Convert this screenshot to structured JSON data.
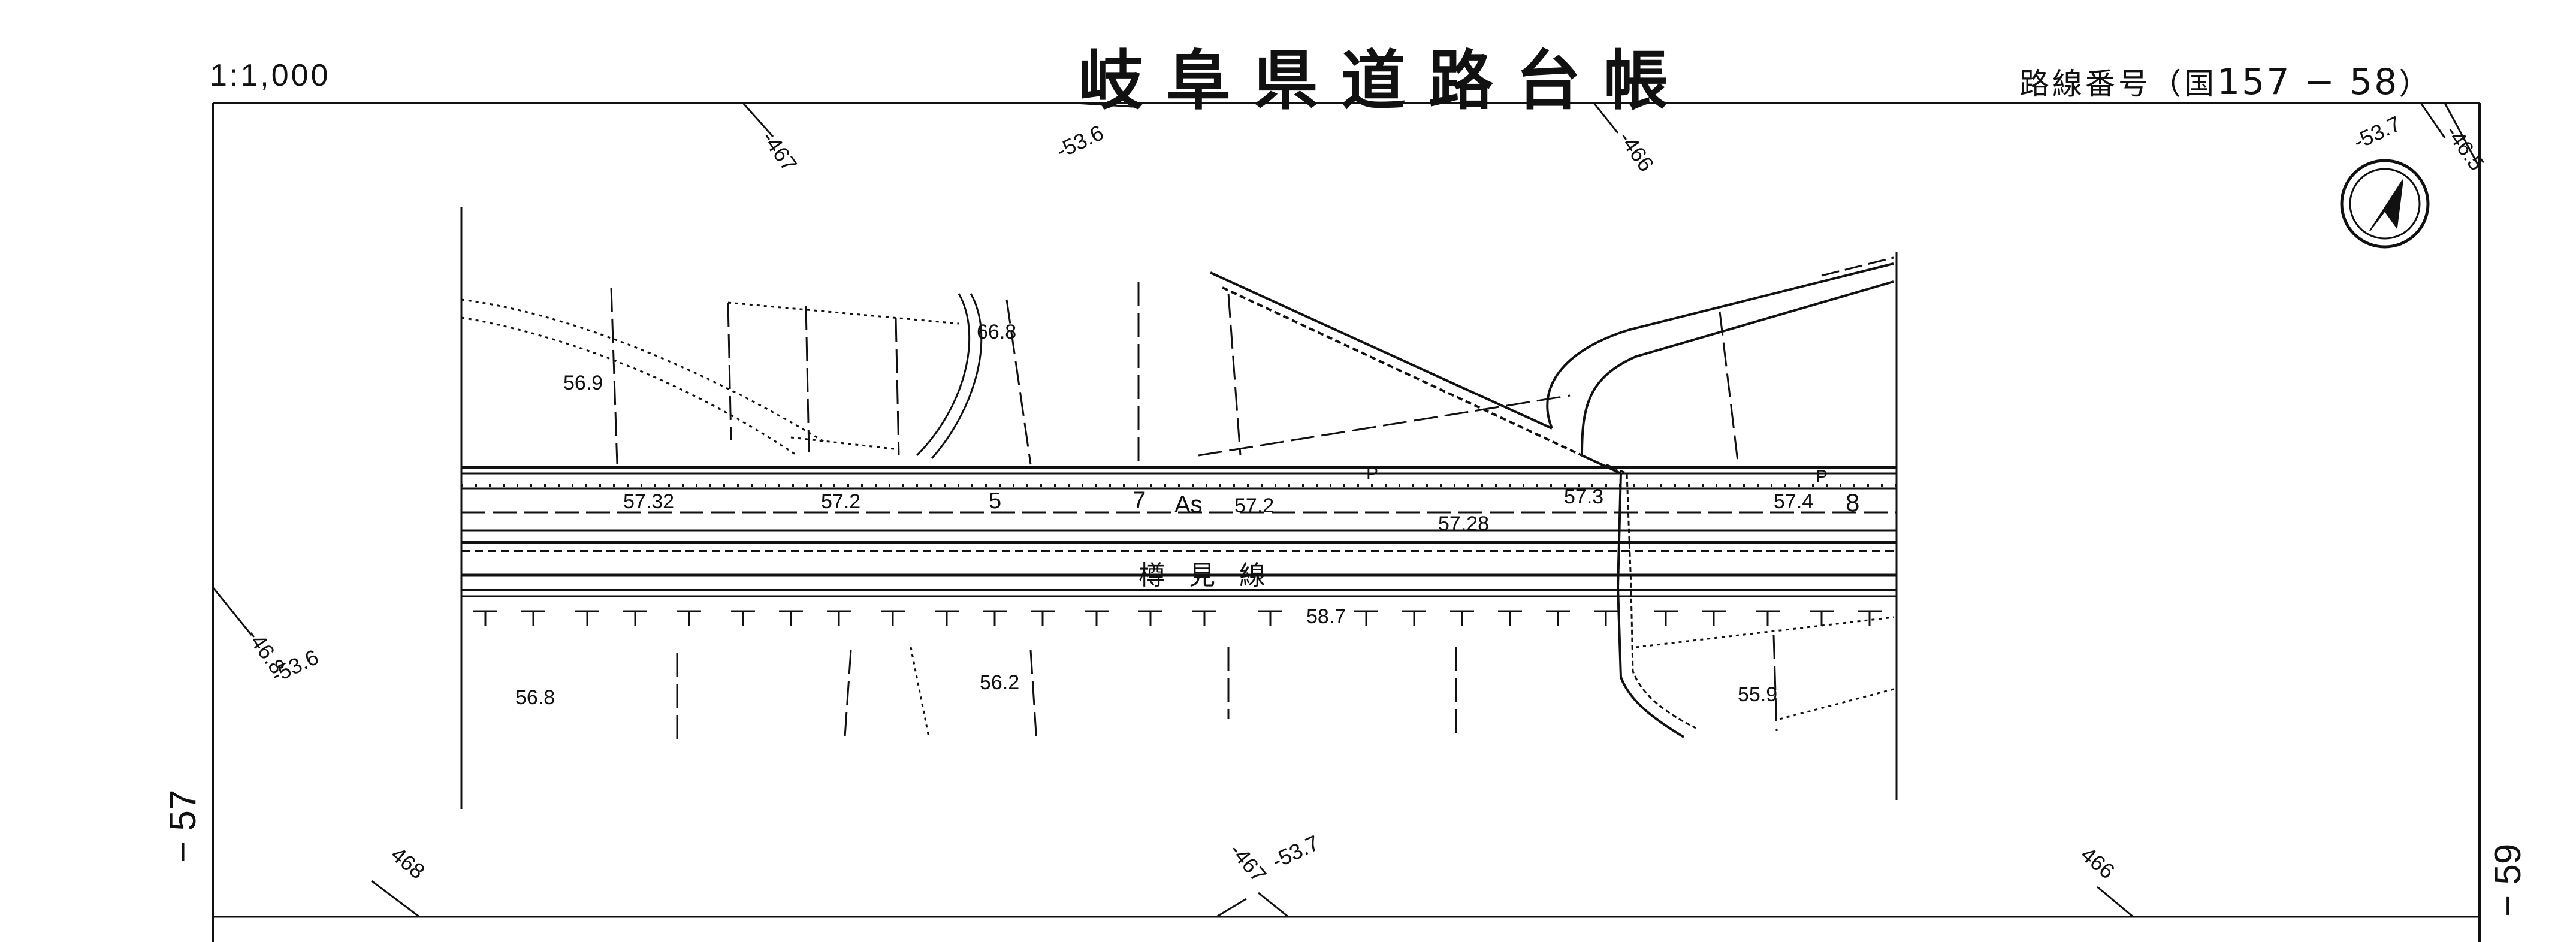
{
  "header": {
    "scale": "1:1,000",
    "title": "岐阜県道路台帳",
    "route_prefix": "路線番号（国",
    "route_numbers": "157 − 58",
    "route_suffix": "）"
  },
  "sheet_neighbors": {
    "left": "− 57",
    "right": "− 59"
  },
  "grid_labels": {
    "g467_top": "-467",
    "g536_top": "-53.6",
    "g466_top": "-466",
    "g537_tr": "-53.7",
    "g465_tr": "-46.5",
    "g468_left": "-46.8",
    "g536_left": "-53.6",
    "g468_bottom": "468",
    "g467_bottom": "-467",
    "g537_bottom": "-53.7",
    "g466_bottom": "466"
  },
  "elevations": {
    "e569": "56.9",
    "e668": "66.8",
    "e5732": "57.32",
    "e572a": "57.2",
    "e572b": "57.2",
    "e5728": "57.28",
    "e573": "57.3",
    "e574": "57.4",
    "e587": "58.7",
    "e568": "56.8",
    "e562": "56.2",
    "e559": "55.9"
  },
  "road": {
    "surface": "As",
    "name": "樽見線",
    "stations": [
      "5",
      "7",
      "8"
    ],
    "markers": [
      "P",
      "P"
    ]
  },
  "north_arrow": "north-arrow"
}
